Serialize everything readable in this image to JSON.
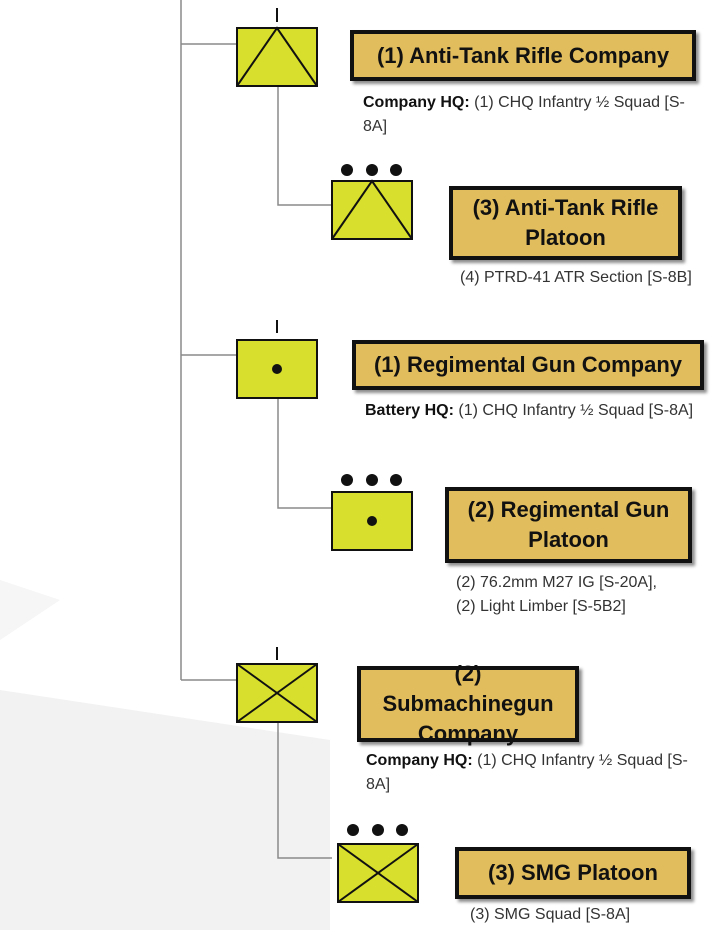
{
  "units": [
    {
      "id": "at-company",
      "symbol": "anti-tank",
      "level": "company",
      "title": "(1) Anti-Tank Rifle Company",
      "note": {
        "bold": "Company HQ:",
        "text": "(1) CHQ Infantry ½ Squad [S-8A]"
      }
    },
    {
      "id": "at-platoon",
      "symbol": "anti-tank",
      "level": "platoon",
      "title": "(3) Anti-Tank Rifle Platoon",
      "note": {
        "bold": "",
        "text": "(4) PTRD-41 ATR Section [S-8B]"
      }
    },
    {
      "id": "gun-company",
      "symbol": "gun",
      "level": "company",
      "title": "(1) Regimental Gun Company",
      "note": {
        "bold": "Battery HQ:",
        "text": "(1) CHQ Infantry ½ Squad [S-8A]"
      }
    },
    {
      "id": "gun-platoon",
      "symbol": "gun",
      "level": "platoon",
      "title": "(2) Regimental Gun Platoon",
      "note": {
        "bold": "",
        "text": "(2) 76.2mm M27 IG [S-20A], (2) Light Limber [S-5B2]"
      }
    },
    {
      "id": "smg-company",
      "symbol": "infantry",
      "level": "company",
      "title": "(2) Submachinegun Company",
      "note": {
        "bold": "Company HQ:",
        "text": "(1) CHQ Infantry ½ Squad [S-8A]"
      }
    },
    {
      "id": "smg-platoon",
      "symbol": "infantry",
      "level": "platoon",
      "title": "(3) SMG Platoon",
      "note": {
        "bold": "",
        "text": "(3) SMG Squad [S-8A]"
      }
    }
  ],
  "colors": {
    "symbol_fill": "#d8df2c",
    "label_fill": "#e2bd5d",
    "border": "#111111",
    "connector": "#8a8a8a"
  }
}
